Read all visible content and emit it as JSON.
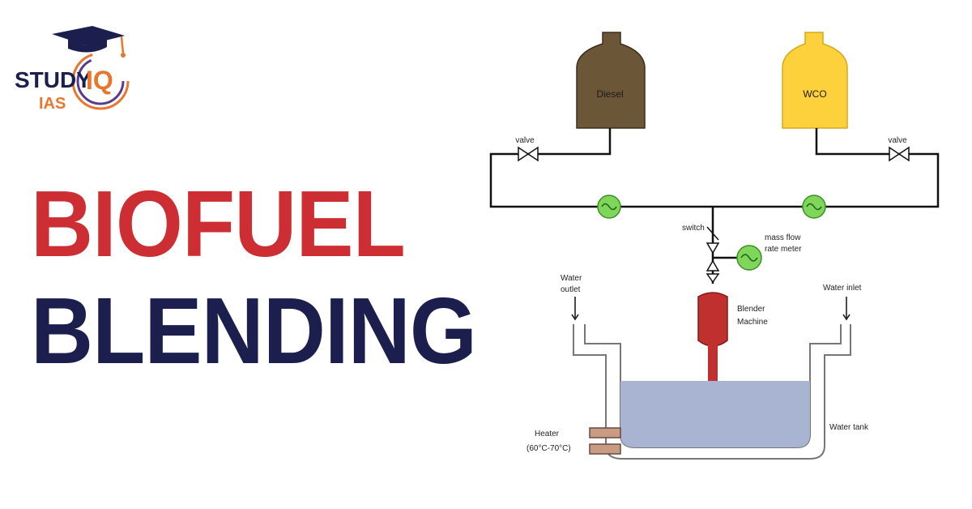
{
  "brand": {
    "logo_study": "STUDY",
    "logo_iq": "IQ",
    "logo_ias": "IAS",
    "colors": {
      "red": "#cd2e34",
      "navy": "#1c1f4e",
      "orange": "#e8772e",
      "purple": "#5a3b8c"
    }
  },
  "headline": {
    "line1": "BIOFUEL",
    "line2": "BLENDING"
  },
  "diagram": {
    "tanks": [
      {
        "label": "Diesel",
        "color": "#6b5637"
      },
      {
        "label": "WCO",
        "color": "#fdd13c"
      }
    ],
    "valve_left_label": "valve",
    "valve_right_label": "valve",
    "switch_label": "switch",
    "flow_meter_label_1": "mass flow",
    "flow_meter_label_2": "rate meter",
    "water_outlet_label_1": "Water",
    "water_outlet_label_2": "outlet",
    "water_inlet_label": "Water inlet",
    "blender_label_1": "Blender",
    "blender_label_2": "Machine",
    "water_tank_label": "Water tank",
    "heater_label_1": "Heater",
    "heater_label_2": "(60°C-70°C)",
    "colors": {
      "pipe": "#111111",
      "meter": "#7fd65a",
      "blender": "#c0302e",
      "water": "#a9b4d2"
    }
  }
}
